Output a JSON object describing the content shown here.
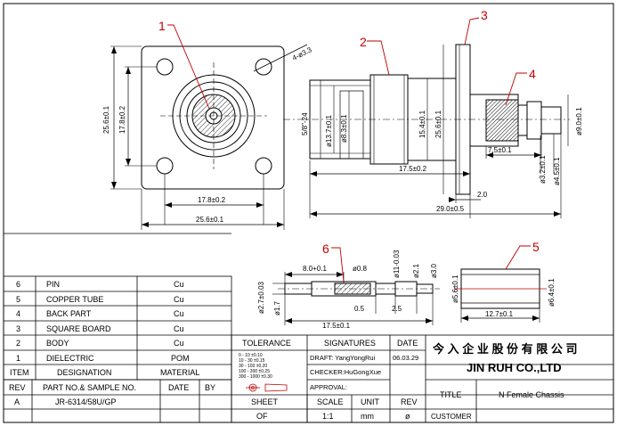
{
  "callouts": {
    "c1": "1",
    "c2": "2",
    "c3": "3",
    "c4": "4",
    "c5": "5",
    "c6": "6"
  },
  "front_view": {
    "hole_note": "4-ø3.3",
    "height_outer": "25.6±0.1",
    "height_inner": "17.8±0.2",
    "width_inner": "17.8±0.2",
    "width_outer": "25.6±0.1"
  },
  "side_view": {
    "thread": "5/8\"-24",
    "d1": "ø13.7±0.1",
    "d2": "ø8.3±0.1",
    "d3": "15.4±0.1",
    "d4": "25.6±0.1",
    "d5": "ø9.0±0.1",
    "len_crimp": "7.5±0.1",
    "d6": "ø3.2±0.1",
    "d7": "ø4.5±0.1",
    "len_body": "17.5±0.2",
    "flange": "2.0",
    "len_total": "29.0±0.5"
  },
  "part6": {
    "top_len": "8.0+0.1",
    "bore": "ø0.8",
    "d_a": "ø11-0.03",
    "d_b": "ø2.1",
    "d_c": "ø3.0",
    "d_left": "ø2.7±0.03",
    "d_small": "ø1.7",
    "len_a": "0.5",
    "len_b": "2.5",
    "len_total": "17.5±0.1"
  },
  "part5": {
    "d_in": "ø5.6±0.1",
    "d_out": "ø6.4±0.1",
    "len": "12.7±0.1"
  },
  "bom": {
    "rows": [
      {
        "item": "6",
        "name": "PIN",
        "material": "Cu"
      },
      {
        "item": "5",
        "name": "COPPER TUBE",
        "material": "Cu"
      },
      {
        "item": "4",
        "name": "BACK PART",
        "material": "Cu"
      },
      {
        "item": "3",
        "name": "SQUARE BOARD",
        "material": "Cu"
      },
      {
        "item": "2",
        "name": "BODY",
        "material": "Cu"
      },
      {
        "item": "1",
        "name": "DIELECTRIC",
        "material": "POM"
      }
    ],
    "header_item": "ITEM",
    "header_designation": "DESIGNATION",
    "header_material": "MATERIAL"
  },
  "rev_table": {
    "rev": "REV",
    "part_no": "PART NO.& SAMPLE NO.",
    "date": "DATE",
    "by": "BY",
    "row_rev": "A",
    "row_part": "JR-6314/58U/GP"
  },
  "title_block": {
    "tolerance": "TOLERANCE",
    "tol_1": "0 - 10   ±0.10",
    "tol_2": "10 - 30   ±0.15",
    "tol_3": "30 - 100   ±0.20",
    "tol_4": "100 - 300   ±0.25",
    "tol_5": "300 - 1000   ±0.30",
    "signatures": "SIGNATURES",
    "date": "DATE",
    "drafter": "DRAFT: YangYongRui",
    "draft_date": "06.03.29",
    "checker": "CHECKER:HuGongXue",
    "approval": "APPROVAL:",
    "sheet": "SHEET",
    "sheet_val": "OF",
    "scale": "SCALE",
    "scale_val": "1:1",
    "unit": "UNIT",
    "unit_val": "mm",
    "rev": "REV",
    "rev_val": "ø",
    "company_cn": "今 入 企 业 股 份 有 限 公 司",
    "company_en": "JIN RUH CO.,LTD",
    "title_label": "TITLE",
    "title_val": "N Female Chassis",
    "customer": "CUSTOMER"
  }
}
